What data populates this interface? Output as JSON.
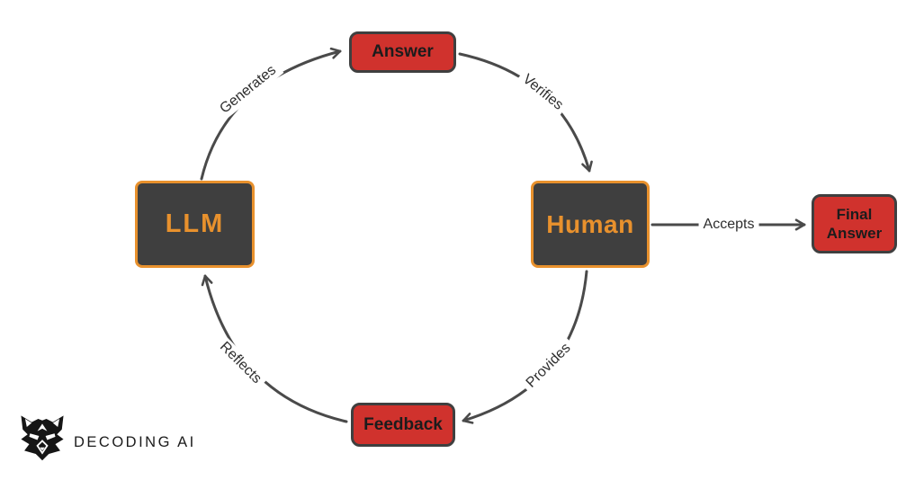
{
  "diagram": {
    "type": "cyclic-flowchart",
    "nodes": {
      "llm": {
        "label": "LLM"
      },
      "answer": {
        "label": "Answer"
      },
      "human": {
        "label": "Human"
      },
      "feedback": {
        "label": "Feedback"
      },
      "final_answer": {
        "label": "Final Answer"
      }
    },
    "edges": {
      "generates": {
        "label": "Generates",
        "from": "LLM",
        "to": "Answer"
      },
      "verifies": {
        "label": "Verifies",
        "from": "Answer",
        "to": "Human"
      },
      "accepts": {
        "label": "Accepts",
        "from": "Human",
        "to": "Final Answer"
      },
      "provides": {
        "label": "Provides",
        "from": "Human",
        "to": "Feedback"
      },
      "reflects": {
        "label": "Reflects",
        "from": "Feedback",
        "to": "LLM"
      }
    },
    "colors": {
      "background": "#ffffff",
      "dark_node_fill": "#3f3f3f",
      "accent_orange": "#e8912d",
      "red_node_fill": "#d0322d",
      "red_node_border": "#3f3f3f",
      "arrow": "#4a4a4a",
      "edge_label_text": "#2e2e2e"
    },
    "watermark": {
      "brand": "DECODING AI"
    }
  }
}
